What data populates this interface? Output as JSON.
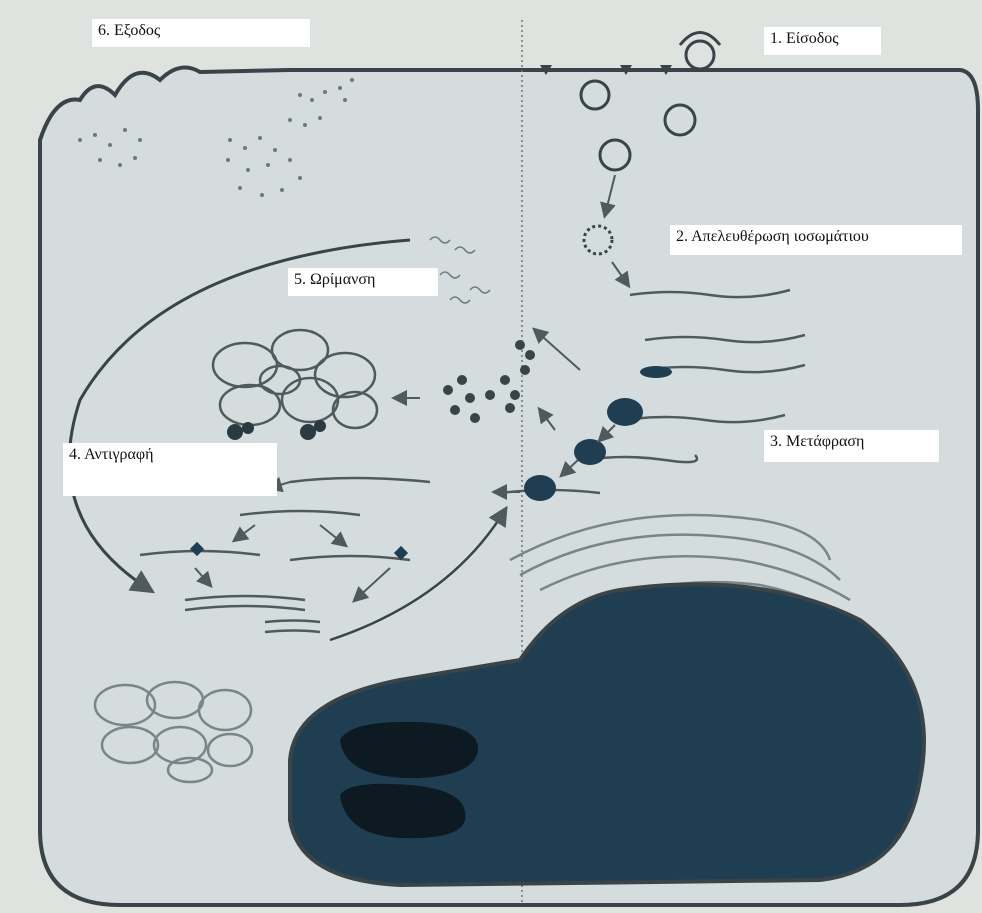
{
  "labels": {
    "exit": "6. Εξοδος",
    "entry": "1. Είσοδος",
    "release": "2. Απελευθέρωση ιοσωμάτιου",
    "maturation": "5. Ωρίμανση",
    "translation": "3. Μετάφραση",
    "replication": "4. Αντιγραφή"
  },
  "colors": {
    "background": "#dfe3e0",
    "cell_fill": "#d4dcdd",
    "outline": "#3a4347",
    "nucleus": "#1f3e52",
    "nucleolus": "#0e1a21",
    "label_bg": "#ffffff"
  }
}
